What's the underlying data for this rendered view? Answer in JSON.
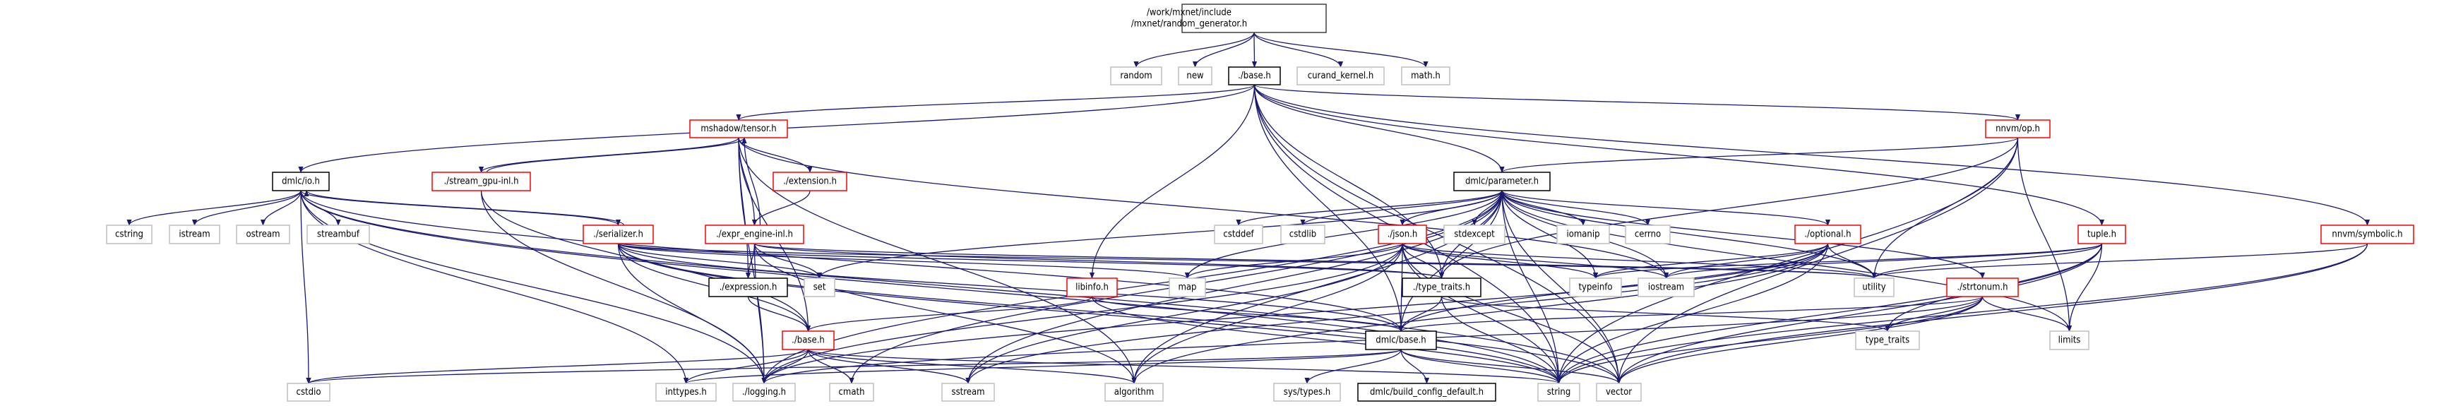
{
  "colors": {
    "edge": "#191970",
    "root_fill": "#bfbfbf",
    "documented_border": "#000000",
    "truncated_border": "#ff0000",
    "external_border": "#bfbfbf"
  },
  "nodes": [
    {
      "id": "root",
      "label": [
        "/work/mxnet/include",
        "/mxnet/random_generator.h"
      ],
      "kind": "root"
    },
    {
      "id": "random",
      "label": [
        "random"
      ],
      "kind": "external"
    },
    {
      "id": "new",
      "label": [
        "new"
      ],
      "kind": "external"
    },
    {
      "id": "base",
      "label": [
        "./base.h"
      ],
      "kind": "documented"
    },
    {
      "id": "curand",
      "label": [
        "curand_kernel.h"
      ],
      "kind": "external"
    },
    {
      "id": "math",
      "label": [
        "math.h"
      ],
      "kind": "external"
    },
    {
      "id": "tensor",
      "label": [
        "mshadow/tensor.h"
      ],
      "kind": "truncated"
    },
    {
      "id": "nnvmop",
      "label": [
        "nnvm/op.h"
      ],
      "kind": "truncated"
    },
    {
      "id": "io",
      "label": [
        "dmlc/io.h"
      ],
      "kind": "documented"
    },
    {
      "id": "streamgpu",
      "label": [
        "./stream_gpu-inl.h"
      ],
      "kind": "truncated"
    },
    {
      "id": "extension",
      "label": [
        "./extension.h"
      ],
      "kind": "truncated"
    },
    {
      "id": "parameter",
      "label": [
        "dmlc/parameter.h"
      ],
      "kind": "documented"
    },
    {
      "id": "cstring",
      "label": [
        "cstring"
      ],
      "kind": "external"
    },
    {
      "id": "istream",
      "label": [
        "istream"
      ],
      "kind": "external"
    },
    {
      "id": "ostream",
      "label": [
        "ostream"
      ],
      "kind": "external"
    },
    {
      "id": "streambuf",
      "label": [
        "streambuf"
      ],
      "kind": "external"
    },
    {
      "id": "serializer",
      "label": [
        "./serializer.h"
      ],
      "kind": "truncated"
    },
    {
      "id": "exprengine",
      "label": [
        "./expr_engine-inl.h"
      ],
      "kind": "truncated"
    },
    {
      "id": "cstddef",
      "label": [
        "cstddef"
      ],
      "kind": "external"
    },
    {
      "id": "cstdlib",
      "label": [
        "cstdlib"
      ],
      "kind": "external"
    },
    {
      "id": "json",
      "label": [
        "./json.h"
      ],
      "kind": "truncated"
    },
    {
      "id": "stdexcept",
      "label": [
        "stdexcept"
      ],
      "kind": "external"
    },
    {
      "id": "iomanip",
      "label": [
        "iomanip"
      ],
      "kind": "external"
    },
    {
      "id": "cerrno",
      "label": [
        "cerrno"
      ],
      "kind": "external"
    },
    {
      "id": "optional",
      "label": [
        "./optional.h"
      ],
      "kind": "truncated"
    },
    {
      "id": "tuple",
      "label": [
        "tuple.h"
      ],
      "kind": "truncated"
    },
    {
      "id": "symbolic",
      "label": [
        "nnvm/symbolic.h"
      ],
      "kind": "truncated"
    },
    {
      "id": "expression",
      "label": [
        "./expression.h"
      ],
      "kind": "documented"
    },
    {
      "id": "set",
      "label": [
        "set"
      ],
      "kind": "external"
    },
    {
      "id": "libinfo",
      "label": [
        "libinfo.h"
      ],
      "kind": "truncated"
    },
    {
      "id": "map",
      "label": [
        "map"
      ],
      "kind": "external"
    },
    {
      "id": "typetraitsh",
      "label": [
        "./type_traits.h"
      ],
      "kind": "documented"
    },
    {
      "id": "typeinfo",
      "label": [
        "typeinfo"
      ],
      "kind": "external"
    },
    {
      "id": "iostream",
      "label": [
        "iostream"
      ],
      "kind": "external"
    },
    {
      "id": "utility",
      "label": [
        "utility"
      ],
      "kind": "external"
    },
    {
      "id": "strtonum",
      "label": [
        "./strtonum.h"
      ],
      "kind": "truncated"
    },
    {
      "id": "mbase",
      "label": [
        "./base.h"
      ],
      "kind": "truncated"
    },
    {
      "id": "dmlcbase",
      "label": [
        "dmlc/base.h"
      ],
      "kind": "documented"
    },
    {
      "id": "type_traits",
      "label": [
        "type_traits"
      ],
      "kind": "external"
    },
    {
      "id": "limits",
      "label": [
        "limits"
      ],
      "kind": "external"
    },
    {
      "id": "cstdio",
      "label": [
        "cstdio"
      ],
      "kind": "external"
    },
    {
      "id": "inttypes",
      "label": [
        "inttypes.h"
      ],
      "kind": "external"
    },
    {
      "id": "logging",
      "label": [
        "./logging.h"
      ],
      "kind": "external"
    },
    {
      "id": "cmath",
      "label": [
        "cmath"
      ],
      "kind": "external"
    },
    {
      "id": "sstream",
      "label": [
        "sstream"
      ],
      "kind": "external"
    },
    {
      "id": "algorithm",
      "label": [
        "algorithm"
      ],
      "kind": "external"
    },
    {
      "id": "systypes",
      "label": [
        "sys/types.h"
      ],
      "kind": "external"
    },
    {
      "id": "buildcfg",
      "label": [
        "dmlc/build_config_default.h"
      ],
      "kind": "documented"
    },
    {
      "id": "string",
      "label": [
        "string"
      ],
      "kind": "external"
    },
    {
      "id": "vector",
      "label": [
        "vector"
      ],
      "kind": "external"
    }
  ],
  "edges": [
    [
      "root",
      "random"
    ],
    [
      "root",
      "new"
    ],
    [
      "root",
      "base"
    ],
    [
      "root",
      "curand"
    ],
    [
      "root",
      "math"
    ],
    [
      "base",
      "tensor"
    ],
    [
      "base",
      "io"
    ],
    [
      "base",
      "parameter"
    ],
    [
      "base",
      "nnvmop"
    ],
    [
      "base",
      "symbolic"
    ],
    [
      "base",
      "tuple"
    ],
    [
      "base",
      "libinfo"
    ],
    [
      "base",
      "dmlcbase"
    ],
    [
      "base",
      "typetraitsh"
    ],
    [
      "base",
      "string"
    ],
    [
      "base",
      "vector"
    ],
    [
      "tensor",
      "streamgpu"
    ],
    [
      "tensor",
      "extension"
    ],
    [
      "tensor",
      "exprengine"
    ],
    [
      "tensor",
      "expression"
    ],
    [
      "tensor",
      "mbase"
    ],
    [
      "tensor",
      "logging"
    ],
    [
      "tensor",
      "algorithm"
    ],
    [
      "tensor",
      "iostream"
    ],
    [
      "streamgpu",
      "tensor"
    ],
    [
      "streamgpu",
      "mbase"
    ],
    [
      "streamgpu",
      "logging"
    ],
    [
      "extension",
      "exprengine"
    ],
    [
      "exprengine",
      "tensor"
    ],
    [
      "exprengine",
      "expression"
    ],
    [
      "exprengine",
      "logging"
    ],
    [
      "exprengine",
      "algorithm"
    ],
    [
      "exprengine",
      "utility"
    ],
    [
      "exprengine",
      "typetraitsh"
    ],
    [
      "exprengine",
      "set"
    ],
    [
      "io",
      "cstring"
    ],
    [
      "io",
      "istream"
    ],
    [
      "io",
      "ostream"
    ],
    [
      "io",
      "streambuf"
    ],
    [
      "io",
      "serializer"
    ],
    [
      "io",
      "cstdio"
    ],
    [
      "io",
      "inttypes"
    ],
    [
      "io",
      "logging"
    ],
    [
      "io",
      "string"
    ],
    [
      "io",
      "vector"
    ],
    [
      "io",
      "dmlcbase"
    ],
    [
      "serializer",
      "io"
    ],
    [
      "serializer",
      "set"
    ],
    [
      "serializer",
      "map"
    ],
    [
      "serializer",
      "utility"
    ],
    [
      "serializer",
      "vector"
    ],
    [
      "serializer",
      "string"
    ],
    [
      "serializer",
      "logging"
    ],
    [
      "serializer",
      "dmlcbase"
    ],
    [
      "serializer",
      "typetraitsh"
    ],
    [
      "serializer",
      "mbase"
    ],
    [
      "expression",
      "mbase"
    ],
    [
      "mbase",
      "inttypes"
    ],
    [
      "mbase",
      "logging"
    ],
    [
      "mbase",
      "cmath"
    ],
    [
      "mbase",
      "sstream"
    ],
    [
      "mbase",
      "algorithm"
    ],
    [
      "mbase",
      "string"
    ],
    [
      "mbase",
      "cstdio"
    ],
    [
      "libinfo",
      "mbase"
    ],
    [
      "libinfo",
      "dmlcbase"
    ],
    [
      "libinfo",
      "string"
    ],
    [
      "parameter",
      "cstddef"
    ],
    [
      "parameter",
      "cstdlib"
    ],
    [
      "parameter",
      "json"
    ],
    [
      "parameter",
      "stdexcept"
    ],
    [
      "parameter",
      "iomanip"
    ],
    [
      "parameter",
      "cerrno"
    ],
    [
      "parameter",
      "optional"
    ],
    [
      "parameter",
      "strtonum"
    ],
    [
      "parameter",
      "typeinfo"
    ],
    [
      "parameter",
      "iostream"
    ],
    [
      "parameter",
      "utility"
    ],
    [
      "parameter",
      "set"
    ],
    [
      "parameter",
      "map"
    ],
    [
      "parameter",
      "sstream"
    ],
    [
      "parameter",
      "cmath"
    ],
    [
      "parameter",
      "algorithm"
    ],
    [
      "parameter",
      "string"
    ],
    [
      "parameter",
      "vector"
    ],
    [
      "parameter",
      "dmlcbase"
    ],
    [
      "parameter",
      "typetraitsh"
    ],
    [
      "parameter",
      "limits"
    ],
    [
      "parameter",
      "logging"
    ],
    [
      "json",
      "map"
    ],
    [
      "json",
      "typeinfo"
    ],
    [
      "json",
      "iostream"
    ],
    [
      "json",
      "dmlcbase"
    ],
    [
      "json",
      "typetraitsh"
    ],
    [
      "json",
      "string"
    ],
    [
      "json",
      "vector"
    ],
    [
      "json",
      "logging"
    ],
    [
      "json",
      "sstream"
    ],
    [
      "json",
      "algorithm"
    ],
    [
      "json",
      "utility"
    ],
    [
      "optional",
      "iostream"
    ],
    [
      "optional",
      "utility"
    ],
    [
      "optional",
      "string"
    ],
    [
      "optional",
      "dmlcbase"
    ],
    [
      "optional",
      "logging"
    ],
    [
      "optional",
      "typeinfo"
    ],
    [
      "optional",
      "sstream"
    ],
    [
      "optional",
      "algorithm"
    ],
    [
      "strtonum",
      "type_traits"
    ],
    [
      "strtonum",
      "limits"
    ],
    [
      "strtonum",
      "string"
    ],
    [
      "strtonum",
      "vector"
    ],
    [
      "strtonum",
      "dmlcbase"
    ],
    [
      "strtonum",
      "logging"
    ],
    [
      "typetraitsh",
      "dmlcbase"
    ],
    [
      "typetraitsh",
      "string"
    ],
    [
      "typetraitsh",
      "type_traits"
    ],
    [
      "dmlcbase",
      "systypes"
    ],
    [
      "dmlcbase",
      "buildcfg"
    ],
    [
      "dmlcbase",
      "string"
    ],
    [
      "dmlcbase",
      "vector"
    ],
    [
      "dmlcbase",
      "inttypes"
    ],
    [
      "dmlcbase",
      "cstdio"
    ],
    [
      "nnvmop",
      "parameter"
    ],
    [
      "nnvmop",
      "utility"
    ],
    [
      "nnvmop",
      "typetraitsh"
    ],
    [
      "nnvmop",
      "string"
    ],
    [
      "nnvmop",
      "vector"
    ],
    [
      "nnvmop",
      "limits"
    ],
    [
      "tuple",
      "utility"
    ],
    [
      "tuple",
      "iostream"
    ],
    [
      "tuple",
      "type_traits"
    ],
    [
      "tuple",
      "limits"
    ],
    [
      "tuple",
      "string"
    ],
    [
      "tuple",
      "vector"
    ],
    [
      "tuple",
      "typeinfo"
    ],
    [
      "symbolic",
      "utility"
    ],
    [
      "symbolic",
      "string"
    ],
    [
      "symbolic",
      "vector"
    ]
  ]
}
